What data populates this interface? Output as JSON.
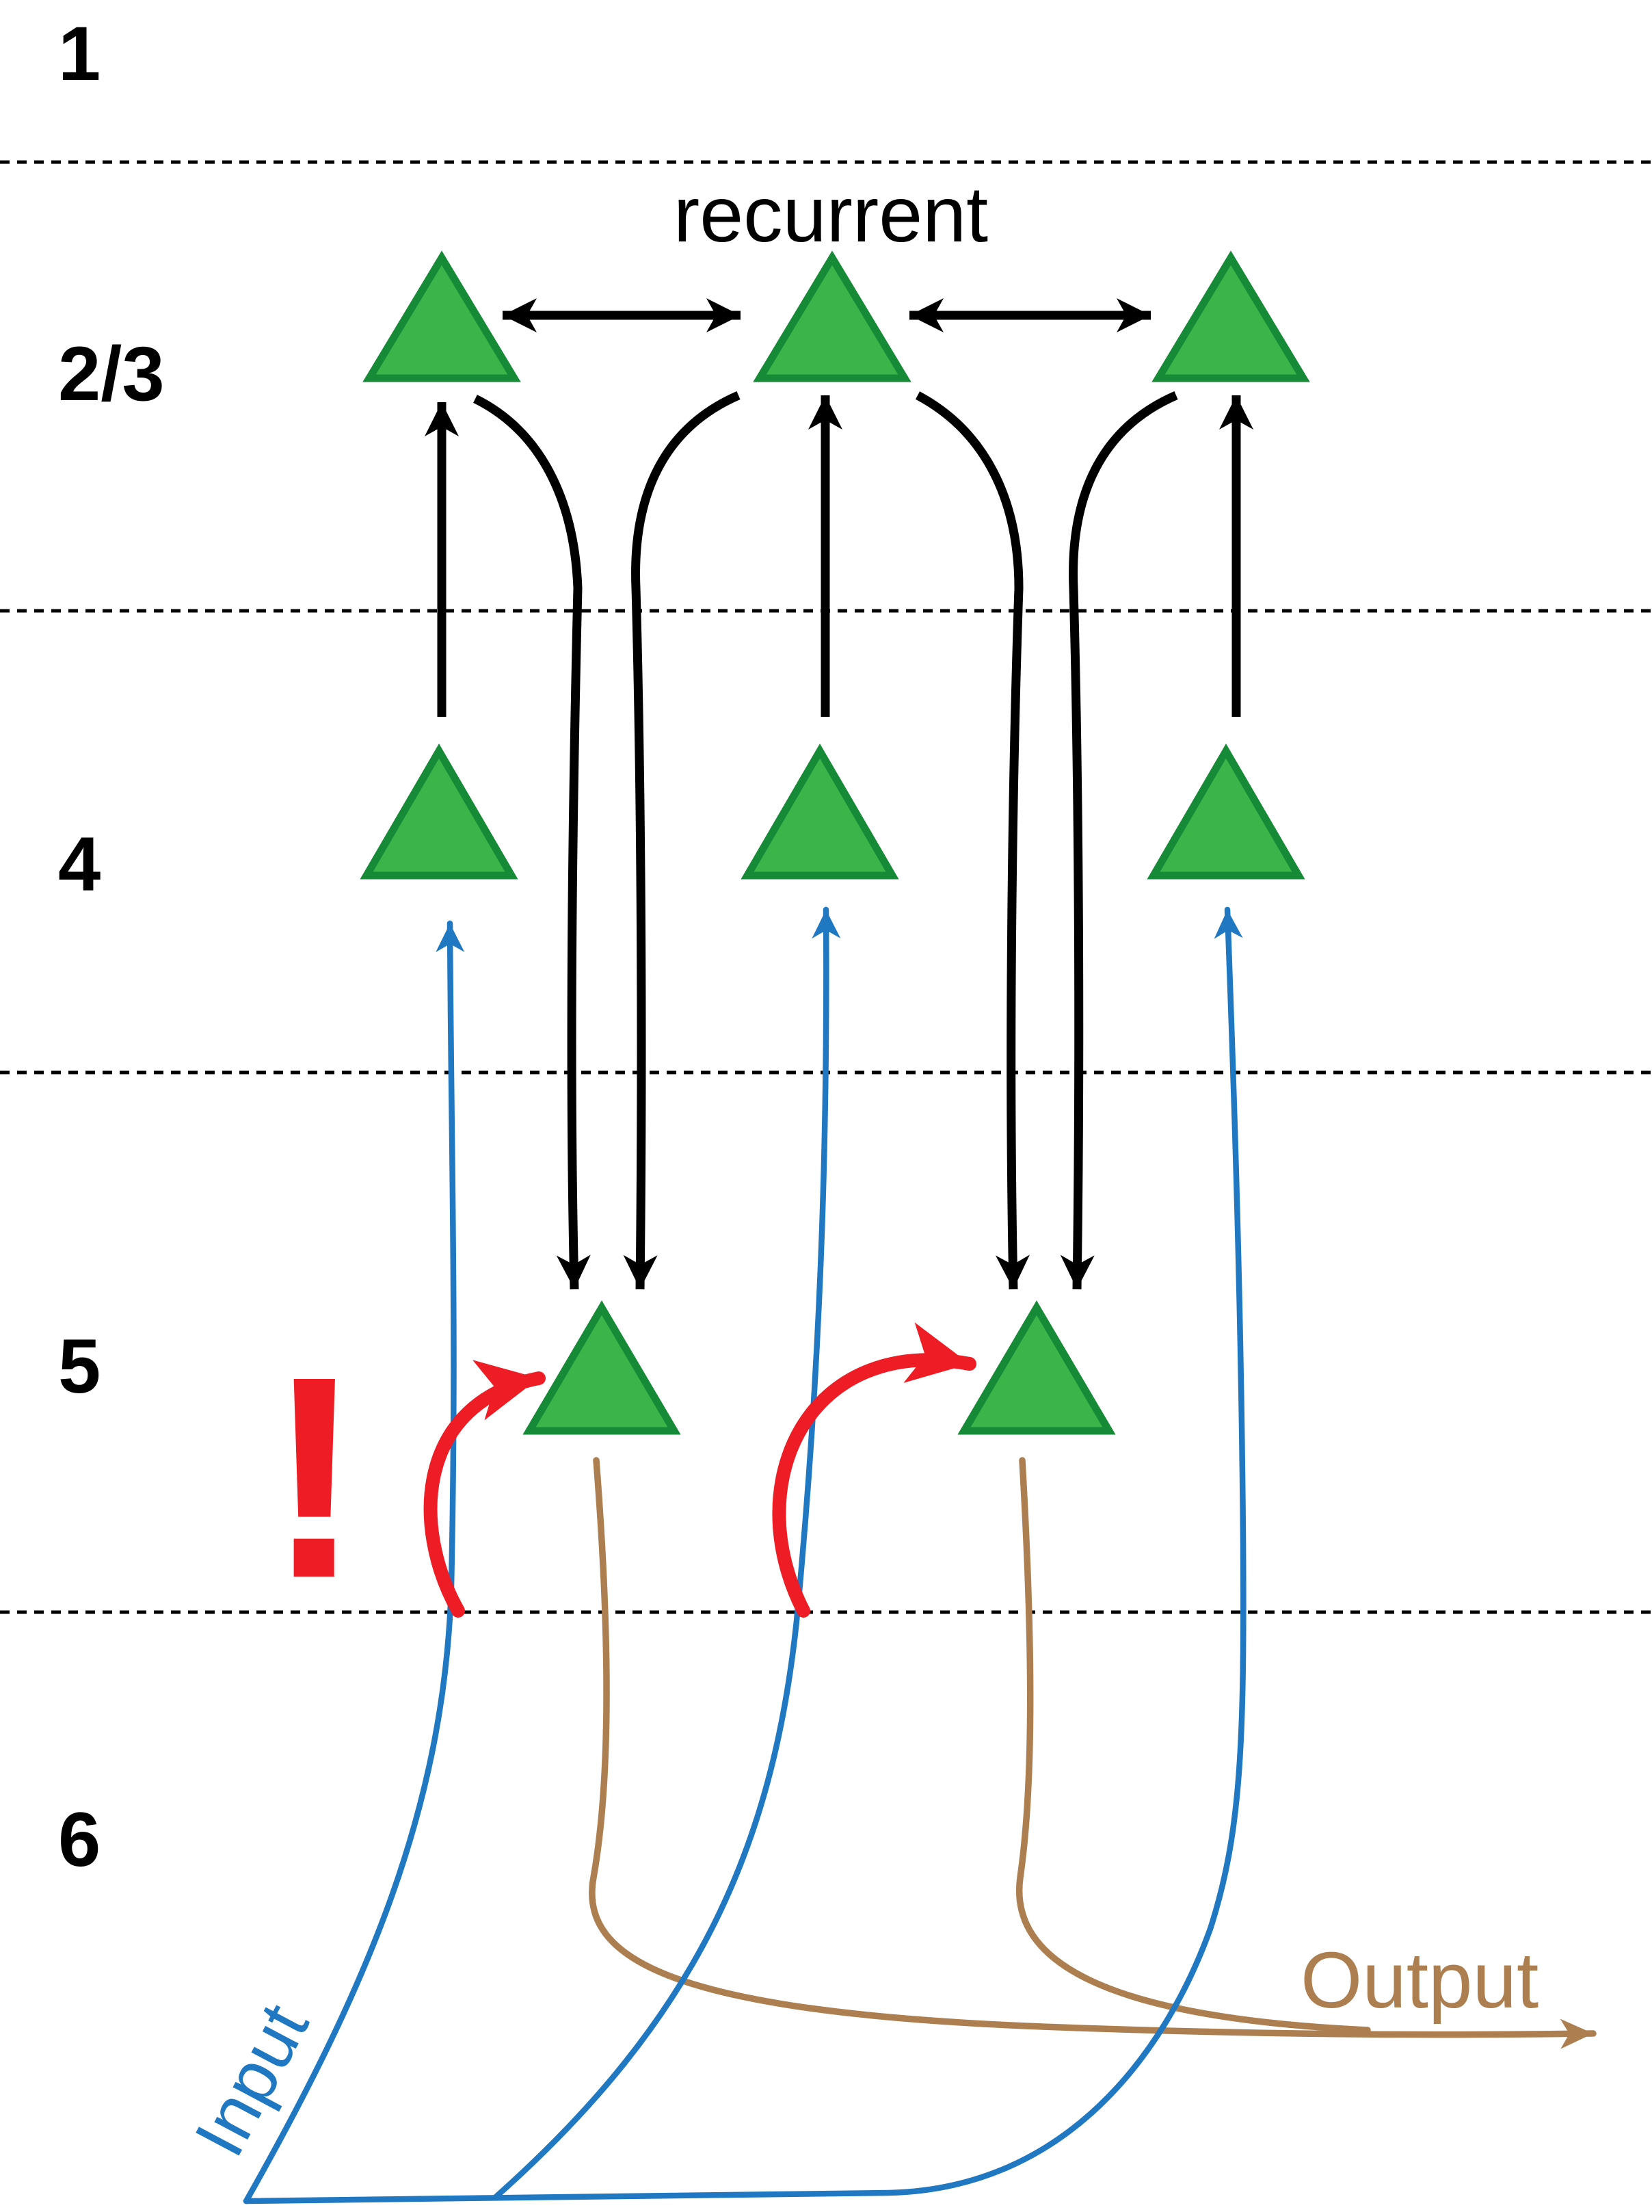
{
  "layers": [
    "1",
    "2/3",
    "4",
    "5",
    "6"
  ],
  "labels": {
    "recurrent": "recurrent",
    "input": "Input",
    "output": "Output",
    "exclamation": "!"
  },
  "colors": {
    "neuron_fill": "#3bb54a",
    "neuron_stroke": "#168a36",
    "input": "#1f78c1",
    "output": "#ad7f50",
    "highlight": "#ee1c24",
    "connection": "#000000"
  }
}
